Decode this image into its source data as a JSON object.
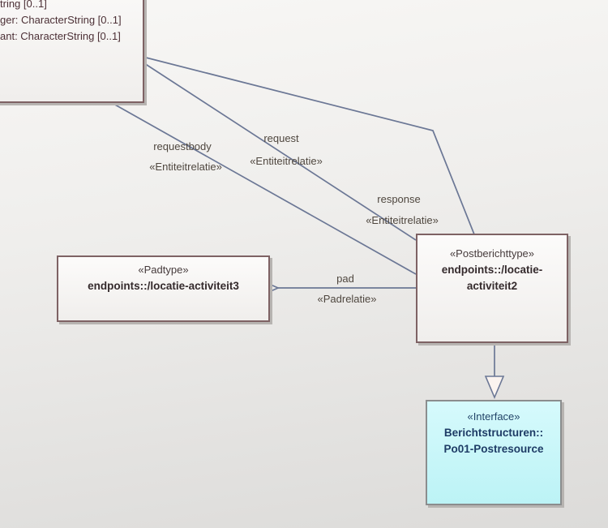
{
  "diagram": {
    "colors": {
      "edge_line": "#6b7795",
      "node_border": "#7e6264",
      "interface_fill": "#c8f6f9",
      "interface_text": "#1e3c66",
      "background_top": "#f8f7f5",
      "background_bottom": "#dcdbd9"
    },
    "class_box": {
      "attributes": [
        "tring [0..1]",
        "ger: CharacterString [0..1]",
        "ant: CharacterString [0..1]"
      ]
    },
    "pad_node": {
      "stereotype": "«Padtype»",
      "name": "endpoints::/locatie-activiteit3"
    },
    "post_node": {
      "stereotype": "«Postberichttype»",
      "name_lines": [
        "endpoints::/locatie-",
        "activiteit2"
      ]
    },
    "interface_node": {
      "stereotype": "«Interface»",
      "name_lines": [
        "Berichtstructuren::",
        "Po01-Postresource"
      ]
    },
    "edges": {
      "requestbody": {
        "name": "requestbody",
        "stereotype": "«Entiteitrelatie»"
      },
      "request": {
        "name": "request",
        "stereotype": "«Entiteitrelatie»"
      },
      "response": {
        "name": "response",
        "stereotype": "«Entiteitrelatie»"
      },
      "pad": {
        "name": "pad",
        "stereotype": "«Padrelatie»"
      }
    }
  }
}
